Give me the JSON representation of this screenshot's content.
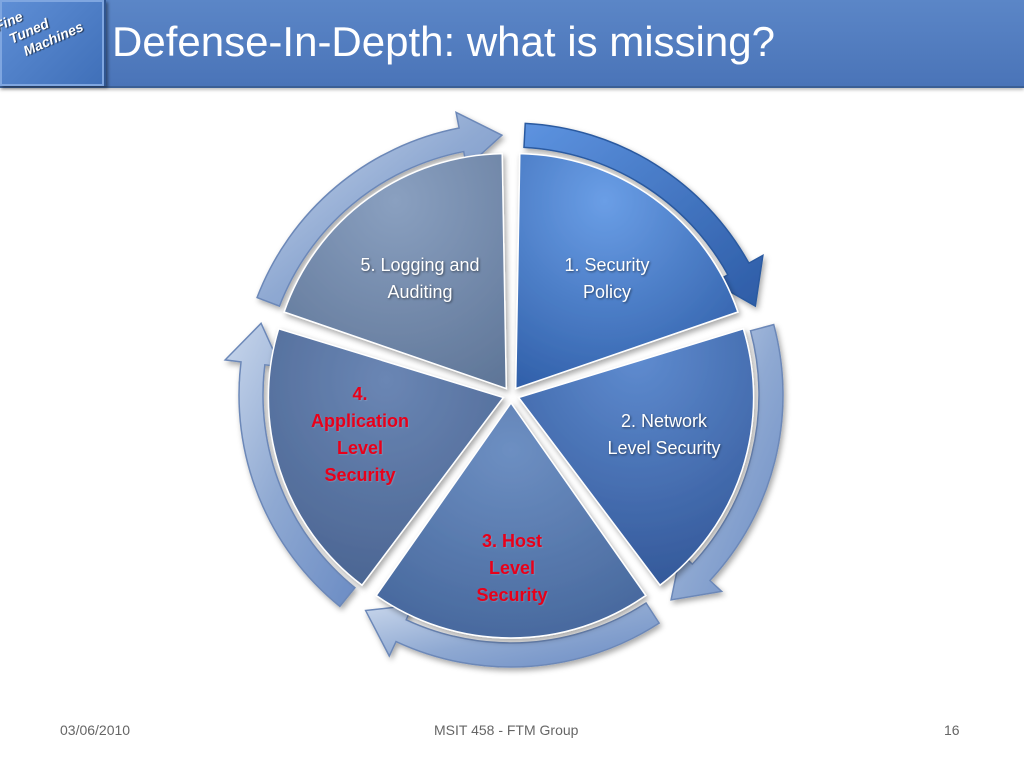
{
  "slide": {
    "title": "Defense-In-Depth: what is missing?",
    "logo": {
      "line1": "Fine",
      "line2": "Tuned",
      "line3": "Machines"
    }
  },
  "diagram": {
    "segments": [
      {
        "label_line1": "1. Security",
        "label_line2": "Policy",
        "highlight": false,
        "color": "#4a80d0"
      },
      {
        "label_line1": "2. Network",
        "label_line2": "Level Security",
        "highlight": false,
        "color": "#4570b0"
      },
      {
        "label_line1": "3. Host",
        "label_line2": "Level",
        "label_line3": "Security",
        "highlight": true,
        "color": "#5a7cae"
      },
      {
        "label_line1": "4.",
        "label_line2": "Application",
        "label_line3": "Level",
        "label_line4": "Security",
        "highlight": true,
        "color": "#5b77a3"
      },
      {
        "label_line1": "5. Logging and",
        "label_line2": "Auditing",
        "highlight": false,
        "color": "#7c90ad"
      }
    ],
    "highlight_color": "#e8001a"
  },
  "footer": {
    "date": "03/06/2010",
    "center": "MSIT 458 - FTM Group",
    "page": "16"
  }
}
